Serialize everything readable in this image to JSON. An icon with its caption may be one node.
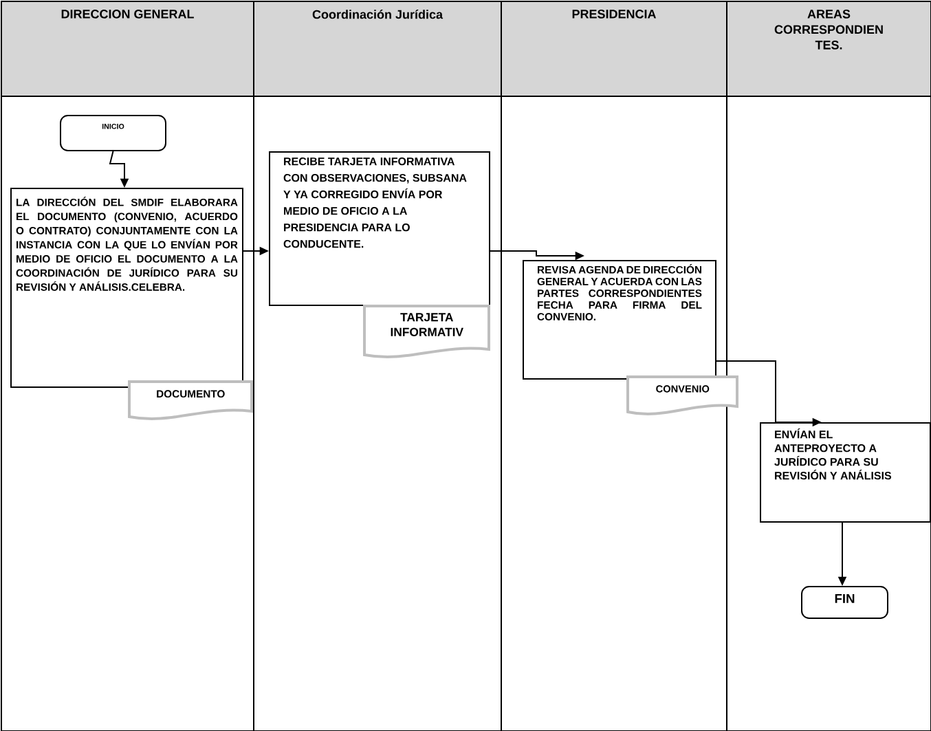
{
  "diagram": {
    "nodes": [
      {
        "text": [
          "DIRECCION GENERAL"
        ]
      },
      {
        "text": [
          "Coordinación Jurídica"
        ]
      },
      {
        "text": [
          "PRESIDENCIA"
        ]
      },
      {
        "text": [
          "AREAS CORRESPONDIEN TES."
        ]
      },
      {
        "text": [
          "INICIO"
        ],
        "in": 0
      },
      {
        "text": [
          "LA DIRECCIÓN DEL SMDIF ELABORARA EL DOCUMENTO (CONVENIO, ACUERDO O CONTRATO) CONJUNTAMENTE CON LA INSTANCIA CON LA QUE LO ENVÍAN POR MEDIO DE OFICIO EL DOCUMENTO A LA COORDINACIÓN DE JURÍDICO PARA SU REVISIÓN Y ANÁLISIS.CELEBRA."
        ],
        "in": 0
      },
      {
        "text": [
          "DOCUMENTO"
        ],
        "in": 0
      },
      {
        "text": [
          "RECIBE TARJETA INFORMATIVA CON OBSERVACIONES, SUBSANA Y YA CORREGIDO ENVÍA POR MEDIO DE OFICIO A LA PRESIDENCIA PARA LO CONDUCENTE."
        ],
        "in": 1
      },
      {
        "text": [
          "TARJETA INFORMATIV"
        ],
        "in": 1
      },
      {
        "text": [
          "REVISA AGENDA DE DIRECCIÓN GENERAL Y ACUERDA CON LAS PARTES CORRESPONDIENTES FECHA PARA FIRMA DEL CONVENIO."
        ],
        "in": 2
      },
      {
        "text": [
          "CONVENIO"
        ]
      },
      {
        "text": [
          "ENVÍAN EL ANTEPROYECTO A JURÍDICO PARA SU REVISIÓN Y ANÁLISIS"
        ],
        "in": 3
      },
      {
        "text": [
          "FIN"
        ],
        "in": 3
      }
    ],
    "edges": [
      {
        "from": 4,
        "to": 5,
        "arrow": "to"
      },
      {
        "from": 5,
        "to": 7,
        "arrow": "to"
      },
      {
        "from": 7,
        "to": 9,
        "arrow": "to"
      },
      {
        "from": 9,
        "to": 11,
        "arrow": "to"
      },
      {
        "from": 11,
        "to": 12,
        "arrow": "to"
      }
    ]
  }
}
